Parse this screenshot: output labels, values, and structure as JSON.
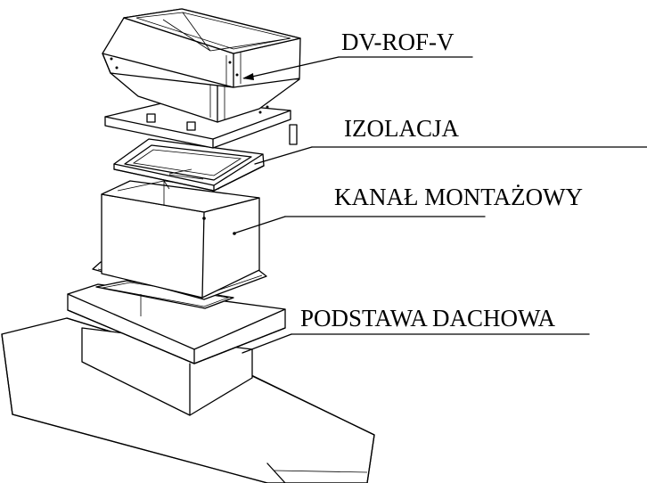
{
  "labels": {
    "fan": "DV-ROF-V",
    "insulation": "IZOLACJA",
    "mounting_duct": "KANAŁ MONTAŻOWY",
    "roof_base": "PODSTAWA DACHOWA"
  }
}
